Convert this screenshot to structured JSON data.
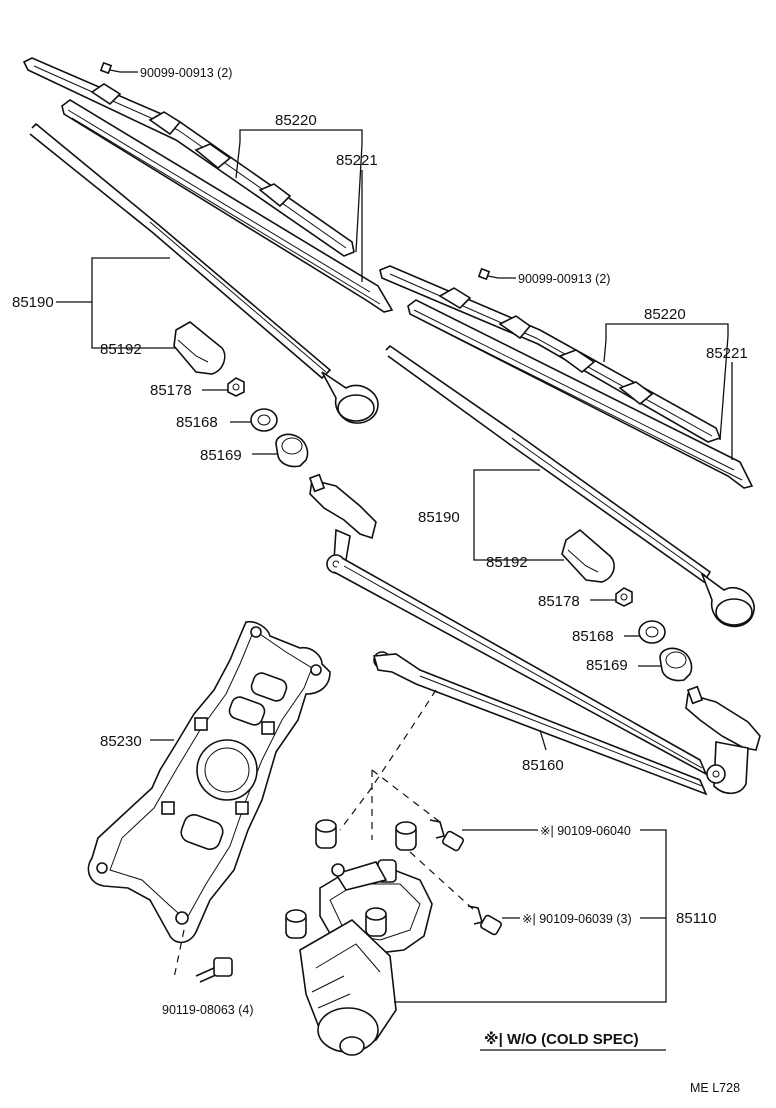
{
  "labels": {
    "screw_upper_left": "90099-00913 (2)",
    "screw_upper_right": "90099-00913 (2)",
    "blade_assy_left": "85220",
    "blade_left": "85221",
    "blade_assy_right": "85220",
    "blade_right": "85221",
    "arm_left": "85190",
    "arm_right": "85190",
    "cap_left": "85192",
    "cap_right": "85192",
    "nut_left": "85178",
    "nut_right": "85178",
    "washer_left": "85168",
    "washer_right": "85168",
    "cushion_left": "85169",
    "cushion_right": "85169",
    "link": "85160",
    "bracket": "85230",
    "motor": "85110",
    "bolt_bracket": "90119-08063 (4)",
    "bolt_motor_a": "※| 90109-06040",
    "bolt_motor_b": "※| 90109-06039 (3)",
    "cold_spec_note": "※| W/O (COLD SPEC)",
    "diagram_code": "ME  L728"
  }
}
